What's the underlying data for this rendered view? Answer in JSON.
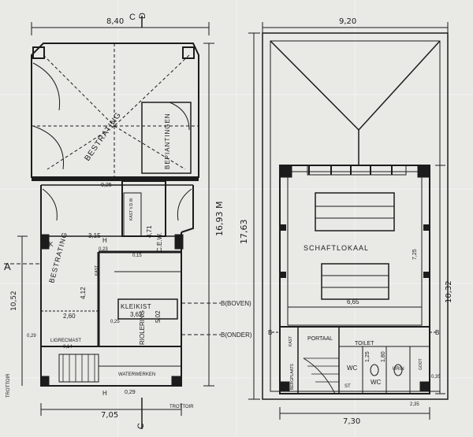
{
  "colors": {
    "paper": "#e9e9e6",
    "ink": "#1c1c1c",
    "grid": "#f2f2f0"
  },
  "left_plan": {
    "dim_top": "8,40",
    "dim_bottom": "7,05",
    "dim_right": "16,93 M",
    "dim_left": "10,52",
    "rooms": {
      "bestrating_upper": "BESTRATING",
      "bepiantingen": "BEPIANTINGEN",
      "bestrating_lower": "BESTRATING",
      "cew": "C.E.W.",
      "kleikist": "KLEIKIST",
      "riolering": "RIOLERING",
      "ligrekmast": "LIGRECMAST",
      "waterwerken": "WATERWERKEN",
      "kast": "KAST",
      "kast2": "KAST V.D.W.",
      "k_label": "K"
    },
    "dims_inner": {
      "d_025": "0,25",
      "d_315": "3,15",
      "d_471": "4,71",
      "d_412": "4,12",
      "d_260": "2,60",
      "d_362": "3,62",
      "d_502": "5,02",
      "d_023": "0,23",
      "d_015": "0,15",
      "d_029": "0,29",
      "d_014": "0,14",
      "d_029b": "0,29",
      "d_025b": "0,25"
    },
    "marks": {
      "a": "A",
      "b_boven": "B(BOVEN)",
      "b_onder": "B(ONDER)",
      "c_top": "C",
      "d_top": "D",
      "c_bottom": "C",
      "h_top": "H",
      "h_bottom": "H",
      "trottoir_left": "TROTTOIR",
      "trottoir_bottom": "TROTTOIR"
    }
  },
  "right_plan": {
    "dim_top": "9,20",
    "dim_bottom": "7,30",
    "dim_left": "17,63",
    "dim_right": "10,32",
    "rooms": {
      "schaftlokaal": "SCHAFTLOKAAL",
      "portaal": "PORTAAL",
      "toilet": "TOILET",
      "wc1": "WC",
      "wc2": "WC",
      "urin": "URIN",
      "kast": "KAST",
      "bergplaats": "BERGPLAATS",
      "goot": "GOOT",
      "st": "ST"
    },
    "dims_inner": {
      "d_665": "6,65",
      "d_725": "7,25",
      "d_180": "1,80",
      "d_125": "1,25",
      "d_235": "2,35",
      "d_035": "0,35"
    },
    "marks": {
      "b_left": "B",
      "b_right": "B"
    }
  }
}
